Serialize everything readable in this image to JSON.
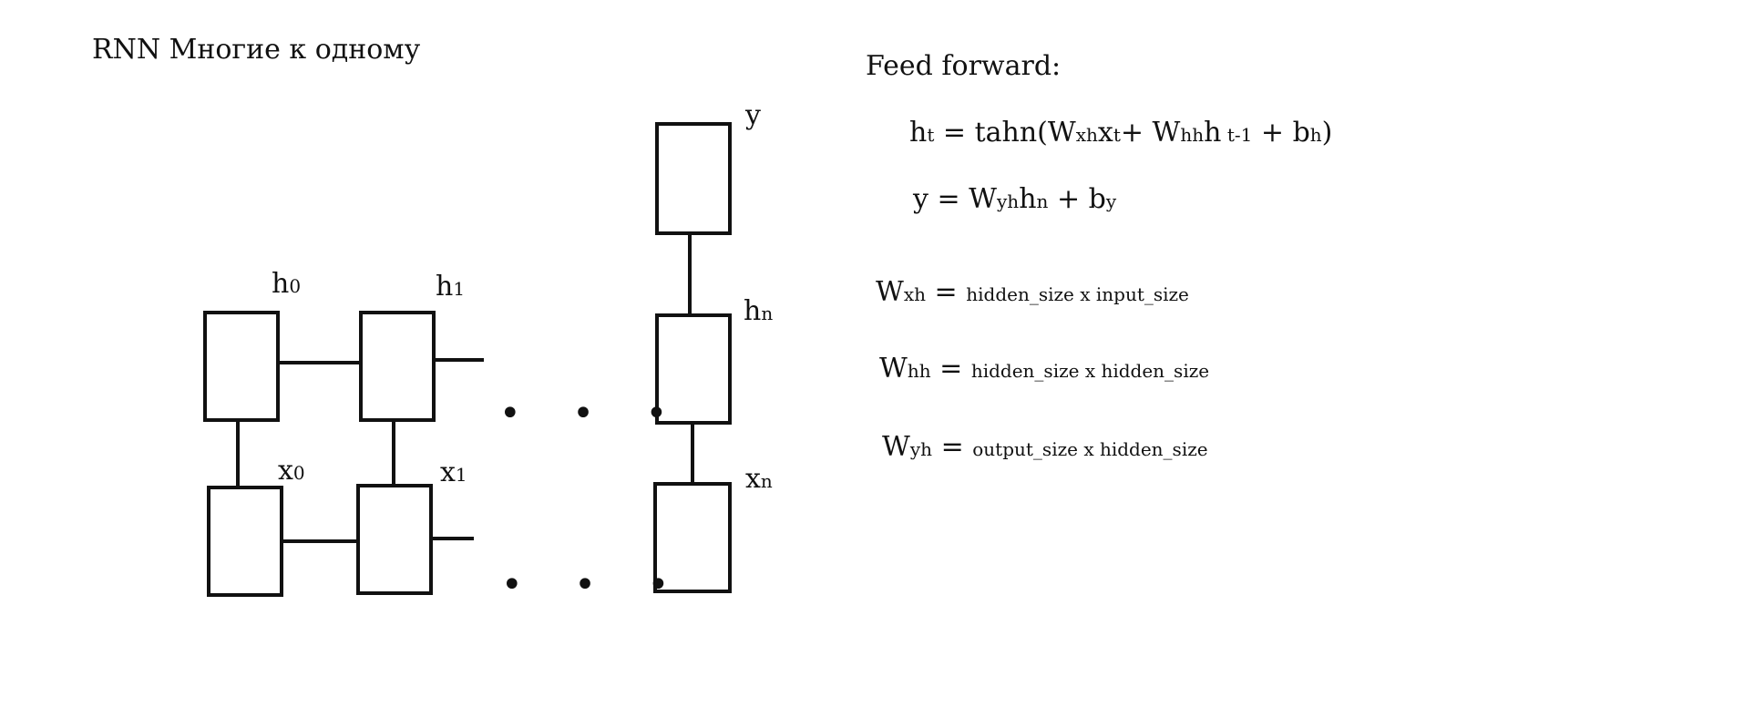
{
  "diagram_title": "RNN Многие к одному",
  "labels": {
    "h0": {
      "base": "h",
      "sub": "0"
    },
    "h1": {
      "base": "h",
      "sub": "1"
    },
    "hn": {
      "base": "h",
      "sub": "n"
    },
    "x0": {
      "base": "x",
      "sub": "0"
    },
    "x1": {
      "base": "x",
      "sub": "1"
    },
    "xn": {
      "base": "x",
      "sub": "n"
    },
    "y": "y"
  },
  "ellipsis": "• • •",
  "formulas": {
    "heading": "Feed forward:",
    "ht": {
      "lhs": "h",
      "lhs_sub": "t",
      "eq": " = tahn(W",
      "wxh_sub": "xh",
      "x": "x",
      "x_sub": "t",
      "plus": "+ W",
      "whh_sub": "hh",
      "h": "h",
      "h_sub": " t-1",
      "tail": " + b",
      "b_sub": "h",
      "close": ")"
    },
    "y": {
      "lhs": "y = W",
      "w_sub": "yh",
      "h": "h",
      "h_sub": "n",
      "tail": " + b",
      "b_sub": "y"
    }
  },
  "dimensions": [
    {
      "base": "W",
      "sub": "xh",
      "eq": " = ",
      "desc": "hidden_size x  input_size"
    },
    {
      "base": "W",
      "sub": "hh",
      "eq": " = ",
      "desc": "hidden_size x hidden_size"
    },
    {
      "base": "W",
      "sub": "yh",
      "eq": " = ",
      "desc": "output_size x hidden_size"
    }
  ]
}
